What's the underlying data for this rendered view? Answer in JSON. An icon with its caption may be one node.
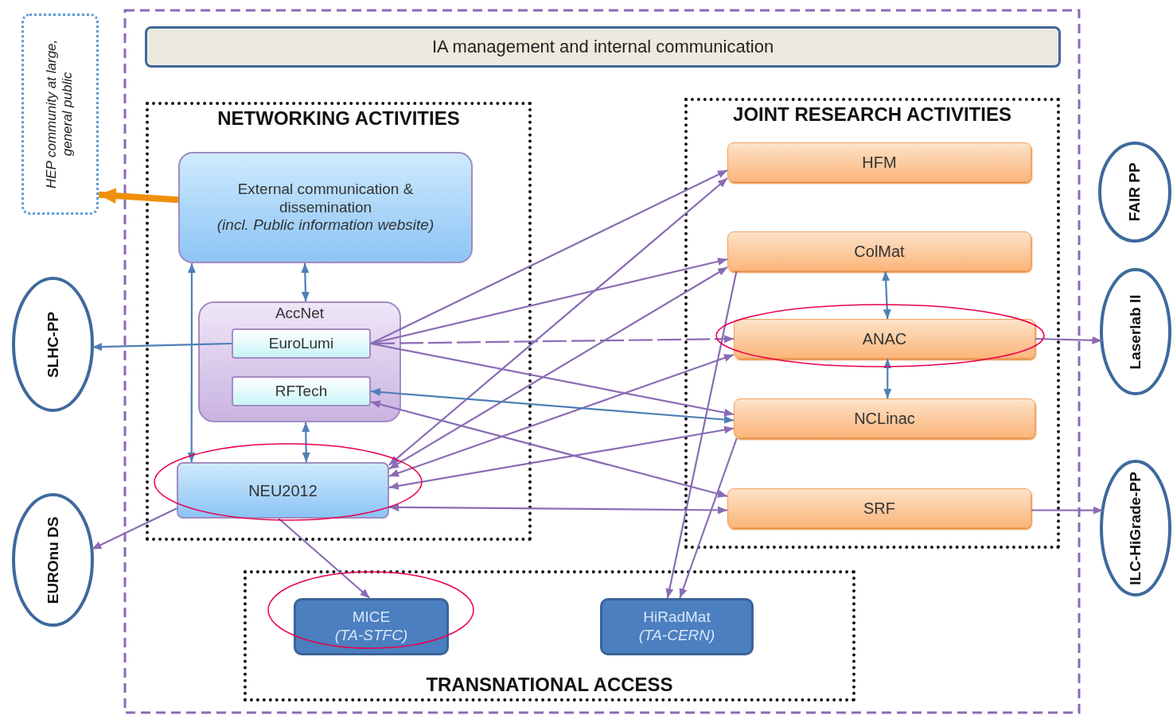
{
  "diagram": {
    "nodes": [
      {
        "text": [
          "HEP community at large, general public"
        ]
      },
      {
        "text": [
          "IA management and internal communication"
        ]
      },
      {
        "text": [
          "NETWORKING ACTIVITIES"
        ]
      },
      {
        "text": [
          "External communication & dissemination",
          "(incl. Public information website)"
        ],
        "in": 2
      },
      {
        "text": [
          "AccNet"
        ],
        "in": 2
      },
      {
        "text": [
          "EuroLumi"
        ],
        "in": 4
      },
      {
        "text": [
          "RFTech"
        ],
        "in": 4
      },
      {
        "text": [
          "NEU2012"
        ],
        "in": 2
      },
      {
        "text": [
          "JOINT RESEARCH ACTIVITIES"
        ]
      },
      {
        "text": [
          "HFM"
        ],
        "in": 8
      },
      {
        "text": [
          "ColMat"
        ],
        "in": 8
      },
      {
        "text": [
          "ANAC"
        ],
        "in": 8
      },
      {
        "text": [
          "NCLinac"
        ],
        "in": 8
      },
      {
        "text": [
          "SRF"
        ],
        "in": 8
      },
      {
        "text": [
          "TRANSNATIONAL ACCESS"
        ]
      },
      {
        "text": [
          "MICE",
          "(TA-STFC)"
        ],
        "in": 14
      },
      {
        "text": [
          "HiRadMat",
          "(TA-CERN)"
        ],
        "in": 14
      },
      {
        "text": [
          "SLHC-PP"
        ]
      },
      {
        "text": [
          "EUROnu DS"
        ]
      },
      {
        "text": [
          "FAIR PP"
        ]
      },
      {
        "text": [
          "Laserlab II"
        ]
      },
      {
        "text": [
          "ILC-HiGrade-PP"
        ]
      }
    ],
    "edges": [
      {
        "from": 3,
        "to": 0,
        "arrow": "to",
        "style": "thick",
        "color": "#f0900a"
      },
      {
        "from": 3,
        "to": 4,
        "arrow": "both",
        "color": "#4f7fb5"
      },
      {
        "from": 7,
        "to": 3,
        "arrow": "both",
        "color": "#4f7fb5"
      },
      {
        "from": 4,
        "to": 7,
        "arrow": "both",
        "color": "#4f7fb5"
      },
      {
        "from": 5,
        "to": 17,
        "arrow": "to",
        "color": "#4f7fb5"
      },
      {
        "from": 7,
        "to": 18,
        "arrow": "to"
      },
      {
        "from": 7,
        "to": 15,
        "arrow": "to"
      },
      {
        "from": 5,
        "to": 9,
        "arrow": "to"
      },
      {
        "from": 5,
        "to": 10,
        "arrow": "to"
      },
      {
        "from": 5,
        "to": 11,
        "arrow": "to",
        "style": "dashed"
      },
      {
        "from": 5,
        "to": 12,
        "arrow": "to"
      },
      {
        "from": 7,
        "to": 9,
        "arrow": "both"
      },
      {
        "from": 7,
        "to": 10,
        "arrow": "both"
      },
      {
        "from": 7,
        "to": 11,
        "arrow": "both"
      },
      {
        "from": 7,
        "to": 12,
        "arrow": "both"
      },
      {
        "from": 7,
        "to": 13,
        "arrow": "both"
      },
      {
        "from": 6,
        "to": 12,
        "arrow": "both",
        "color": "#4f7fb5"
      },
      {
        "from": 6,
        "to": 13,
        "arrow": "both"
      },
      {
        "from": 10,
        "to": 16,
        "arrow": "to"
      },
      {
        "from": 12,
        "to": 16,
        "arrow": "to"
      },
      {
        "from": 10,
        "to": 11,
        "arrow": "both",
        "color": "#4f7fb5"
      },
      {
        "from": 11,
        "to": 12,
        "arrow": "both",
        "color": "#4f7fb5"
      },
      {
        "from": 11,
        "to": 20,
        "arrow": "to"
      },
      {
        "from": 13,
        "to": 21,
        "arrow": "to"
      }
    ]
  }
}
